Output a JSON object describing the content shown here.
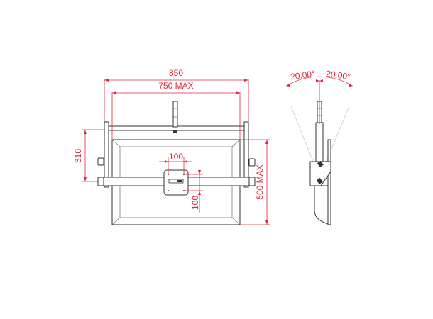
{
  "drawing": {
    "front_view": {
      "dimensions": {
        "overall_width": "850",
        "inner_width": "750 MAX",
        "arm_height": "310",
        "hole_spacing_h": "100",
        "hole_spacing_v": "100",
        "panel_height": "500 MAX"
      }
    },
    "side_view": {
      "tilt_left": "20.00°",
      "tilt_right": "20.00°"
    },
    "colors": {
      "dimension": "#e0283a",
      "outline": "#333333",
      "background": "#ffffff"
    }
  }
}
